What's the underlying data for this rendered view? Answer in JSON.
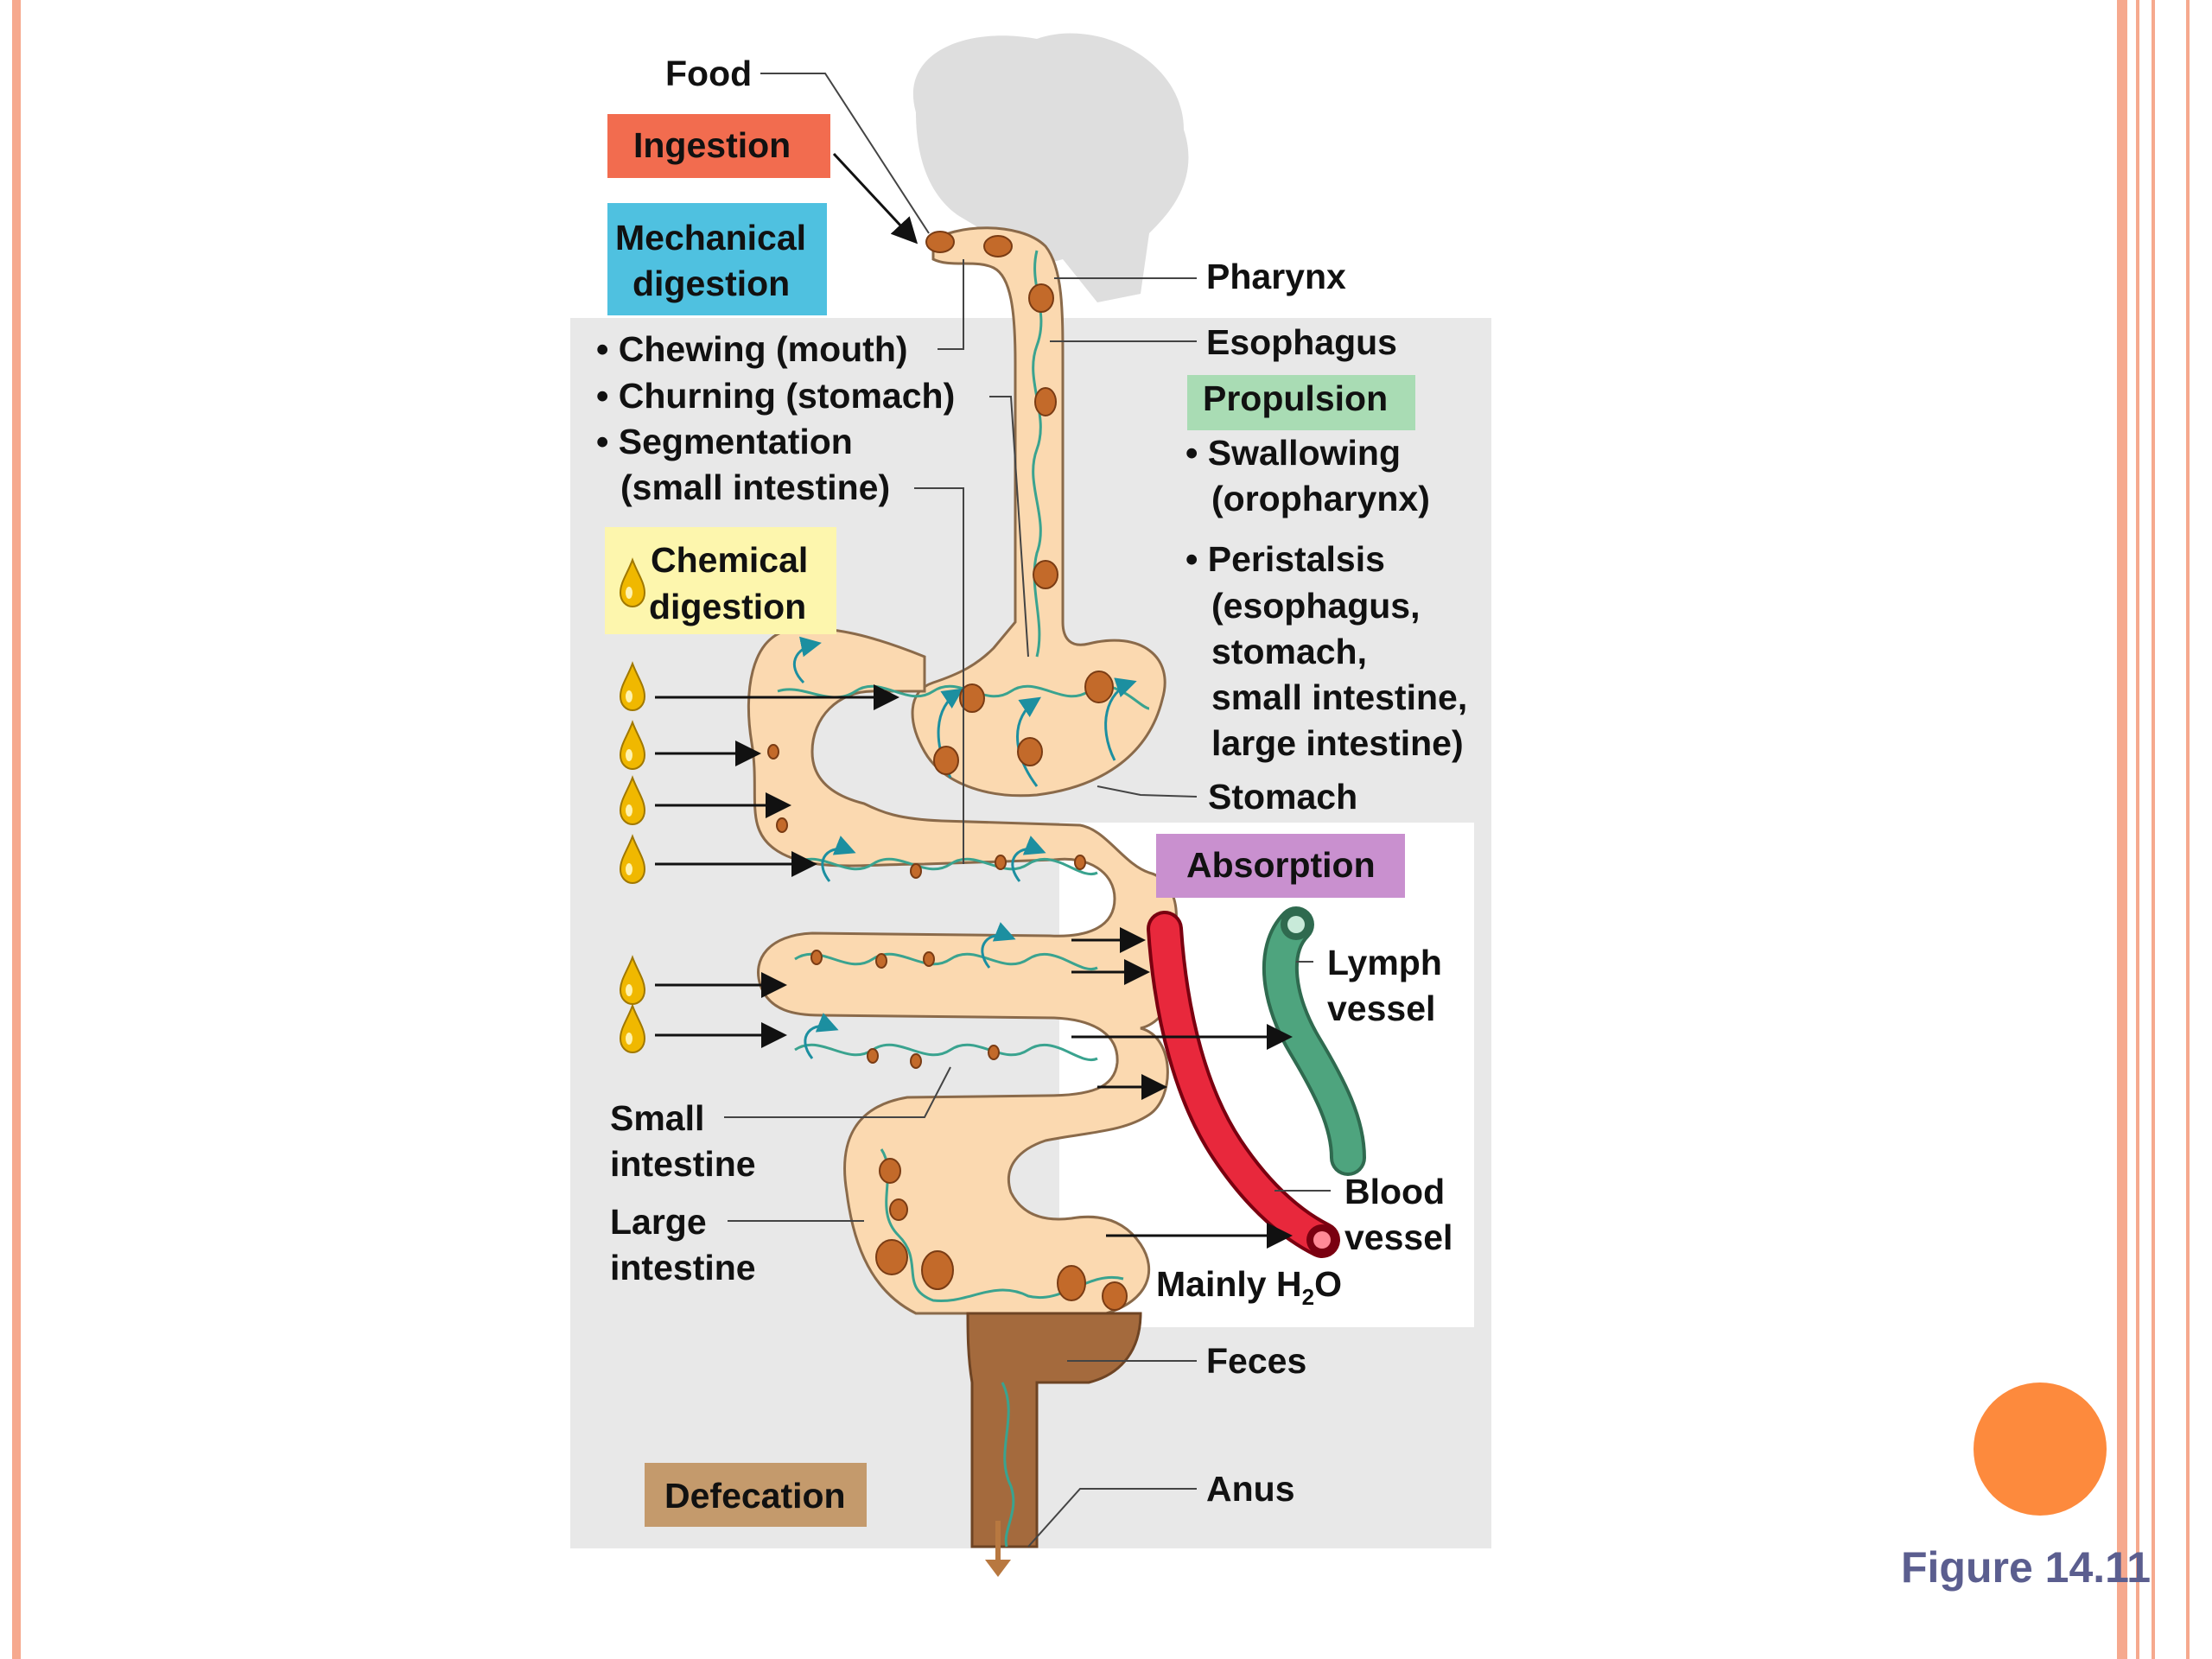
{
  "slide": {
    "figure_label": "Figure 14.11",
    "colors": {
      "frame": "#f6a98e",
      "accent_circle": "#fd8a3d",
      "figure_label": "#5b5e8f"
    }
  },
  "diagram": {
    "inputs": {
      "food": "Food"
    },
    "processes": {
      "ingestion": {
        "label": "Ingestion",
        "color": "#f26c4f"
      },
      "mechanical": {
        "line1": "Mechanical",
        "line2": "digestion",
        "color": "#4fc1e0",
        "items": [
          "• Chewing (mouth)",
          "• Churning (stomach)",
          "• Segmentation",
          "(small intestine)"
        ]
      },
      "chemical": {
        "line1": "Chemical",
        "line2": "digestion",
        "color": "#fdf6ad"
      },
      "propulsion": {
        "label": "Propulsion",
        "color": "#a9dcb4",
        "items": [
          "• Swallowing",
          "(oropharynx)",
          "• Peristalsis",
          "(esophagus,",
          "stomach,",
          "small intestine,",
          "large intestine)"
        ]
      },
      "absorption": {
        "label": "Absorption",
        "color": "#c990cf"
      },
      "defecation": {
        "label": "Defecation",
        "color": "#c49a6c"
      }
    },
    "structures": {
      "pharynx": "Pharynx",
      "esophagus": "Esophagus",
      "stomach": "Stomach",
      "small_intestine_1": "Small",
      "small_intestine_2": "intestine",
      "large_intestine_1": "Large",
      "large_intestine_2": "intestine",
      "lymph_1": "Lymph",
      "lymph_2": "vessel",
      "blood_1": "Blood",
      "blood_2": "vessel",
      "water_prefix": "Mainly H",
      "water_sub": "2",
      "water_suffix": "O",
      "feces": "Feces",
      "anus": "Anus"
    }
  }
}
